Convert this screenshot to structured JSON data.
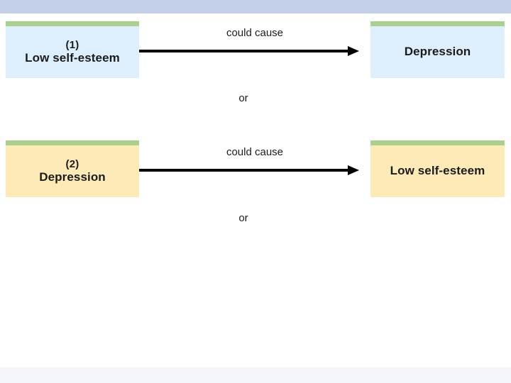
{
  "slide": {
    "band_top_color": "#c4cfe9",
    "band_bottom_color": "#f3f5fb",
    "accent_color": "#a9d18e",
    "box_blue_color": "#ddeefc",
    "box_cream_color": "#fdeab7",
    "background_color": "#ffffff"
  },
  "rows": [
    {
      "id": "row-1",
      "left_box": {
        "number": "(1)",
        "label": "Low self-esteem",
        "fill": "#ddeefc"
      },
      "arrow_label": "could cause",
      "right_box": {
        "number": "",
        "label": "Depression",
        "fill": "#ddeefc"
      },
      "connector": "or"
    },
    {
      "id": "row-2",
      "left_box": {
        "number": "(2)",
        "label": "Depression",
        "fill": "#fdeab7"
      },
      "arrow_label": "could cause",
      "right_box": {
        "number": "",
        "label": "Low self-esteem",
        "fill": "#fdeab7"
      },
      "connector": "or"
    }
  ]
}
